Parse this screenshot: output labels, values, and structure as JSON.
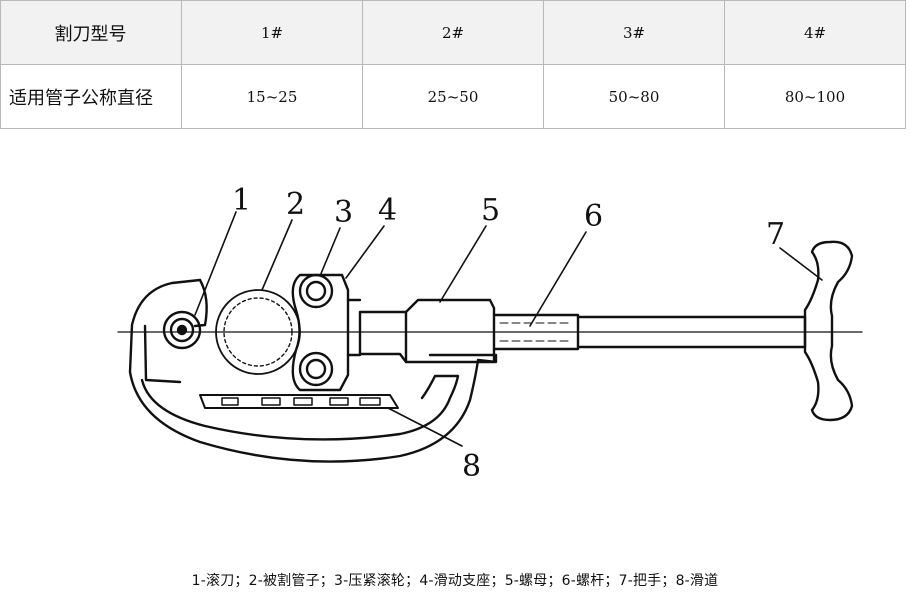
{
  "table": {
    "header_label": "割刀型号",
    "row_label": "适用管子公称直径",
    "models": [
      "1#",
      "2#",
      "3#",
      "4#"
    ],
    "diameters": [
      "15~25",
      "25~50",
      "50~80",
      "80~100"
    ]
  },
  "diagram": {
    "callouts": [
      "1",
      "2",
      "3",
      "4",
      "5",
      "6",
      "7",
      "8"
    ]
  },
  "caption": "1-滚刀；2-被割管子；3-压紧滚轮；4-滑动支座；5-螺母；6-螺杆；7-把手；8-滑道"
}
